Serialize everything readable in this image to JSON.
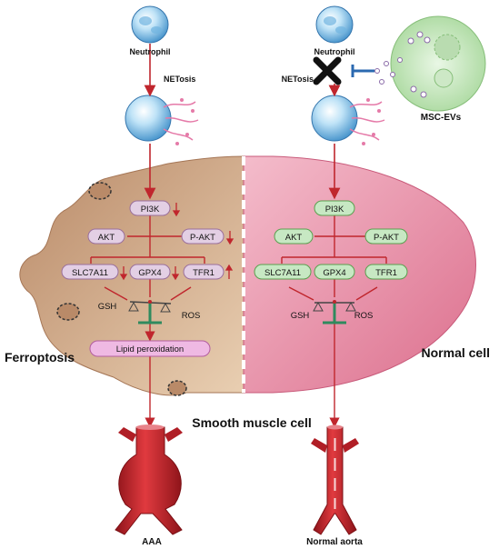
{
  "colors": {
    "arrow_red": "#c0262d",
    "ferro_fill": "#c79a7a",
    "normal_fill": "#e68ea6",
    "left_pill": "#e3cfe4",
    "right_pill": "#c7e8c3",
    "balance_green": "#2f8a5e",
    "aorta_red": "#c8202a"
  },
  "top": {
    "left_cell_label": "Neutrophil",
    "right_cell_label": "Neutrophil",
    "left_process": "NETosis",
    "right_process": "NETosis",
    "ev_label": "MSC-EVs"
  },
  "left": {
    "state_label": "Ferroptosis",
    "pills": {
      "pi3k": "PI3K",
      "akt": "AKT",
      "pakt": "P-AKT",
      "slc": "SLC7A11",
      "gpx4": "GPX4",
      "tfr1": "TFR1"
    },
    "gsh": "GSH",
    "ros": "ROS",
    "lipid": "Lipid peroxidation",
    "outcome": "AAA"
  },
  "right": {
    "state_label": "Normal cell",
    "pills": {
      "pi3k": "PI3K",
      "akt": "AKT",
      "pakt": "P-AKT",
      "slc": "SLC7A11",
      "gpx4": "GPX4",
      "tfr1": "TFR1"
    },
    "gsh": "GSH",
    "ros": "ROS",
    "outcome": "Normal aorta"
  },
  "center_label": "Smooth muscle cell"
}
